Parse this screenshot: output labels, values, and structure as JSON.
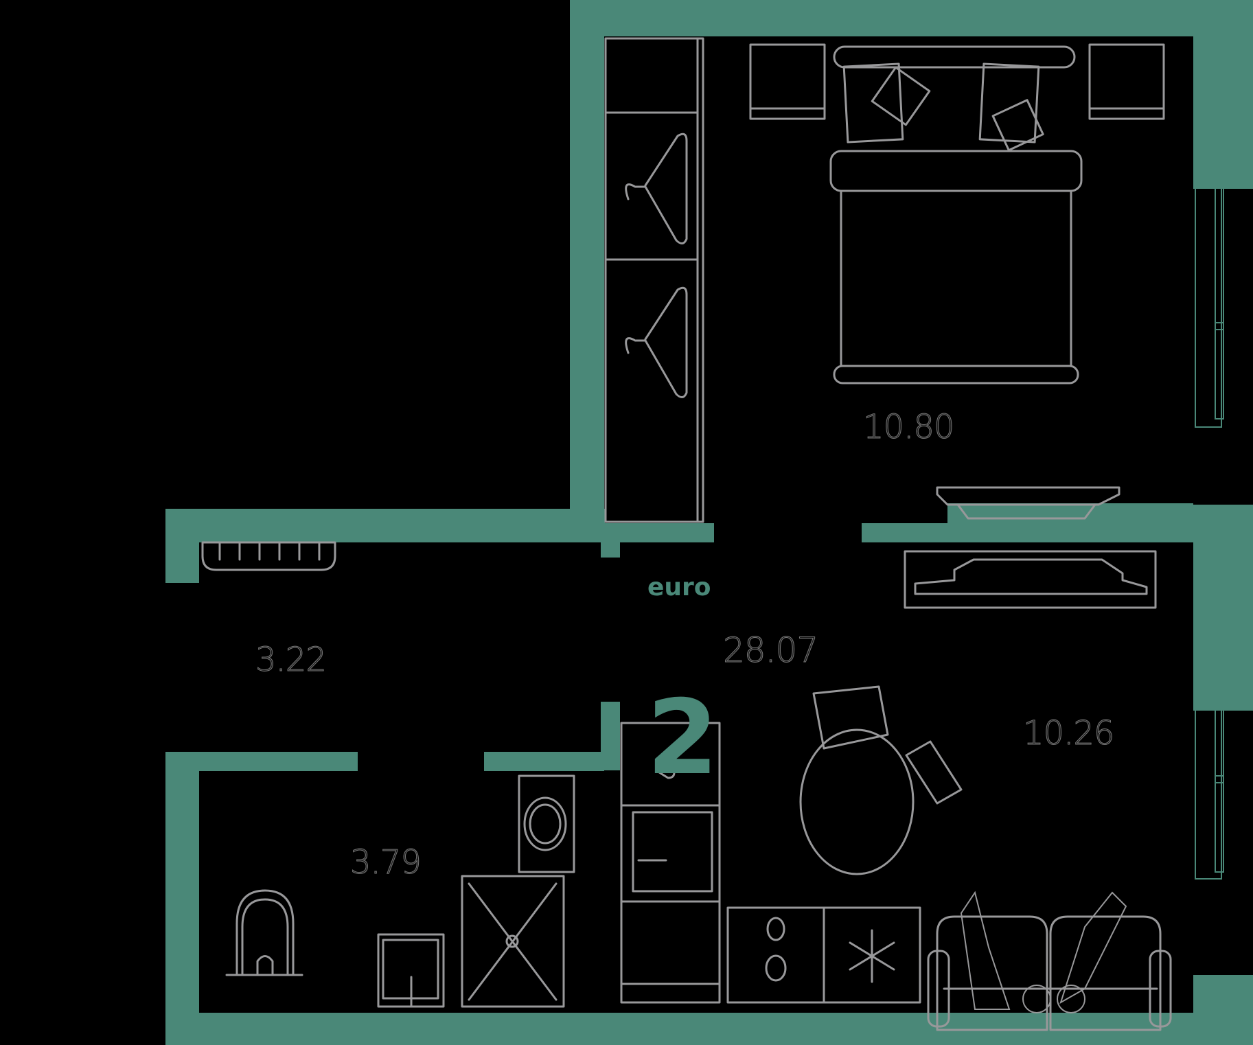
{
  "plan": {
    "series_label": "euro",
    "rooms_count": "2",
    "total_area": "28.07",
    "colors": {
      "wall": "#4a8878",
      "furniture": "#98989a",
      "background": "#000000",
      "text": "#1c1c1c"
    },
    "rooms": [
      {
        "id": "bedroom",
        "area": "10.80"
      },
      {
        "id": "hallway",
        "area": "3.22"
      },
      {
        "id": "bathroom",
        "area": "3.79"
      },
      {
        "id": "kitchen-living",
        "area": "10.26"
      }
    ],
    "furniture": [
      "wardrobe",
      "nightstand-left",
      "double-bed",
      "nightstand-right",
      "tv-unit-bedroom",
      "tv-unit-living",
      "radiator-hallway",
      "round-table",
      "chairs",
      "sofa",
      "people-on-sofa",
      "fridge",
      "oven-cabinet",
      "stove",
      "freezer-cabinet",
      "washing-machine",
      "shower",
      "sink",
      "toilet"
    ]
  }
}
